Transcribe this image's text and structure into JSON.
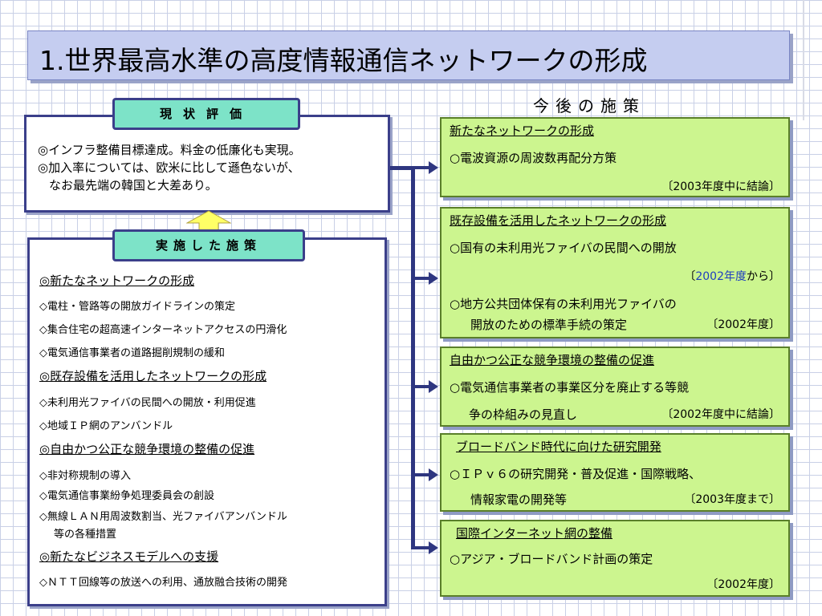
{
  "title": "1.世界最高水準の高度情報通信ネットワークの形成",
  "status": {
    "label": "現状評価",
    "lines": [
      "◎インフラ整備目標達成。料金の低廉化も実現。",
      "◎加入率については、欧米に比して遜色ないが、",
      "なお最先端の韓国と大差あり。"
    ]
  },
  "measures": {
    "label": "実施した施策",
    "items": [
      {
        "text": "◎新たなネットワークの形成",
        "head": true
      },
      {
        "text": "◇電柱・管路等の開放ガイドラインの策定",
        "head": false
      },
      {
        "text": "◇集合住宅の超高速インターネットアクセスの円滑化",
        "head": false
      },
      {
        "text": "◇電気通信事業者の道路掘削規制の緩和",
        "head": false
      },
      {
        "text": "◎既存設備を活用したネットワークの形成",
        "head": true
      },
      {
        "text": "◇未利用光ファイバの民間への開放・利用促進",
        "head": false
      },
      {
        "text": "◇地域ＩＰ網のアンバンドル",
        "head": false
      },
      {
        "text": "◎自由かつ公正な競争環境の整備の促進",
        "head": true
      },
      {
        "text": "◇非対称規制の導入",
        "head": false
      },
      {
        "text": "◇電気通信事業紛争処理委員会の創設",
        "head": false
      },
      {
        "text": "◇無線ＬＡＮ用周波数割当、光ファイバアンバンドル",
        "head": false
      },
      {
        "text": "等の各種措置",
        "head": false
      },
      {
        "text": "◎新たなビジネスモデルへの支援",
        "head": true
      },
      {
        "text": "◇ＮＴＴ回線等の放送への利用、通放融合技術の開発",
        "head": false
      }
    ]
  },
  "future": {
    "label": "今後の施策",
    "boxes": [
      {
        "title": "新たなネットワークの形成",
        "line1": "○電波資源の周波数再配分方策",
        "note": "〔2003年度中に結論〕"
      },
      {
        "title": "既存設備を活用したネットワークの形成",
        "line1": "○国有の未利用光ファイバの民間への開放",
        "note_prefix": "〔",
        "note_blue": "2002年度",
        "note_suffix": "から〕",
        "line2": "○地方公共団体保有の未利用光ファイバの",
        "line3": "開放のための標準手続の策定",
        "note2": "〔2002年度〕"
      },
      {
        "title": "自由かつ公正な競争環境の整備の促進",
        "line1": "○電気通信事業者の事業区分を廃止する等競",
        "line2": "争の枠組みの見直し",
        "note": "〔2002年度中に結論〕"
      },
      {
        "title": "ブロードバンド時代に向けた研究開発",
        "line1": "○ＩＰｖ６の研究開発・普及促進・国際戦略、",
        "line2": "情報家電の開発等",
        "note": "〔2003年度まで〕"
      },
      {
        "title": "国際インターネット網の整備",
        "line1": "○アジア・ブロードバンド計画の策定",
        "note": "〔2002年度〕"
      }
    ]
  },
  "colors": {
    "label_fill": "#7de3c8",
    "box_border": "#3b3f8a",
    "green_fill": "#ccf58f",
    "title_fill": "#c5cdf0",
    "arrow": "#ffff66"
  }
}
